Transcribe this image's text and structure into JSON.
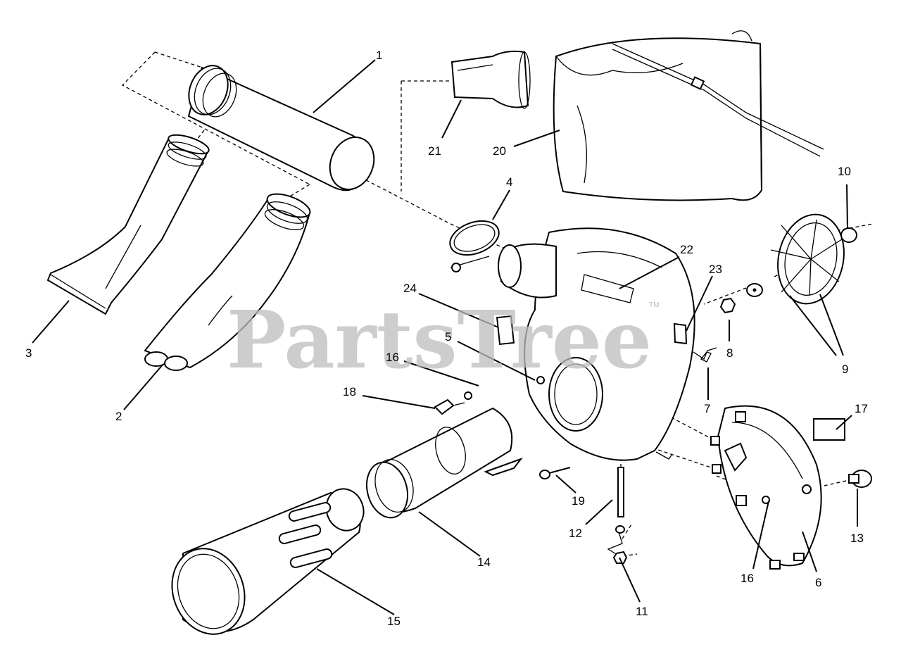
{
  "watermark": "PartsTree",
  "watermark_mark": "TM",
  "callouts": {
    "c1": "1",
    "c2": "2",
    "c3": "3",
    "c4": "4",
    "c5": "5",
    "c6": "6",
    "c7": "7",
    "c8": "8",
    "c9": "9",
    "c10": "10",
    "c11": "11",
    "c12": "12",
    "c13": "13",
    "c14": "14",
    "c15": "15",
    "c16a": "16",
    "c16b": "16",
    "c17": "17",
    "c18": "18",
    "c19": "19",
    "c20": "20",
    "c21": "21",
    "c22": "22",
    "c23": "23",
    "c24": "24"
  }
}
